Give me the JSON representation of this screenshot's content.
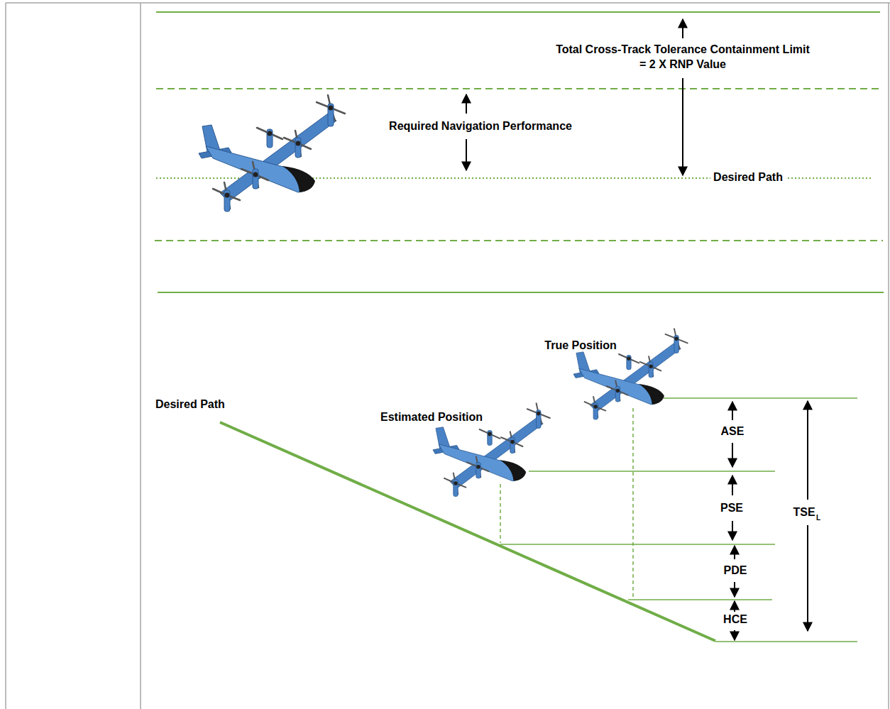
{
  "diagram": {
    "labels": [
      "Total Cross-Track Tolerance Containment Limit = 2 X RNP Value",
      "Required Navigation Performance",
      "Desired Path",
      "Desired Path",
      "Estimated Position",
      "True Position",
      "ASE",
      "PSE",
      "PDE",
      "HCE",
      "TSE",
      "L"
    ]
  }
}
